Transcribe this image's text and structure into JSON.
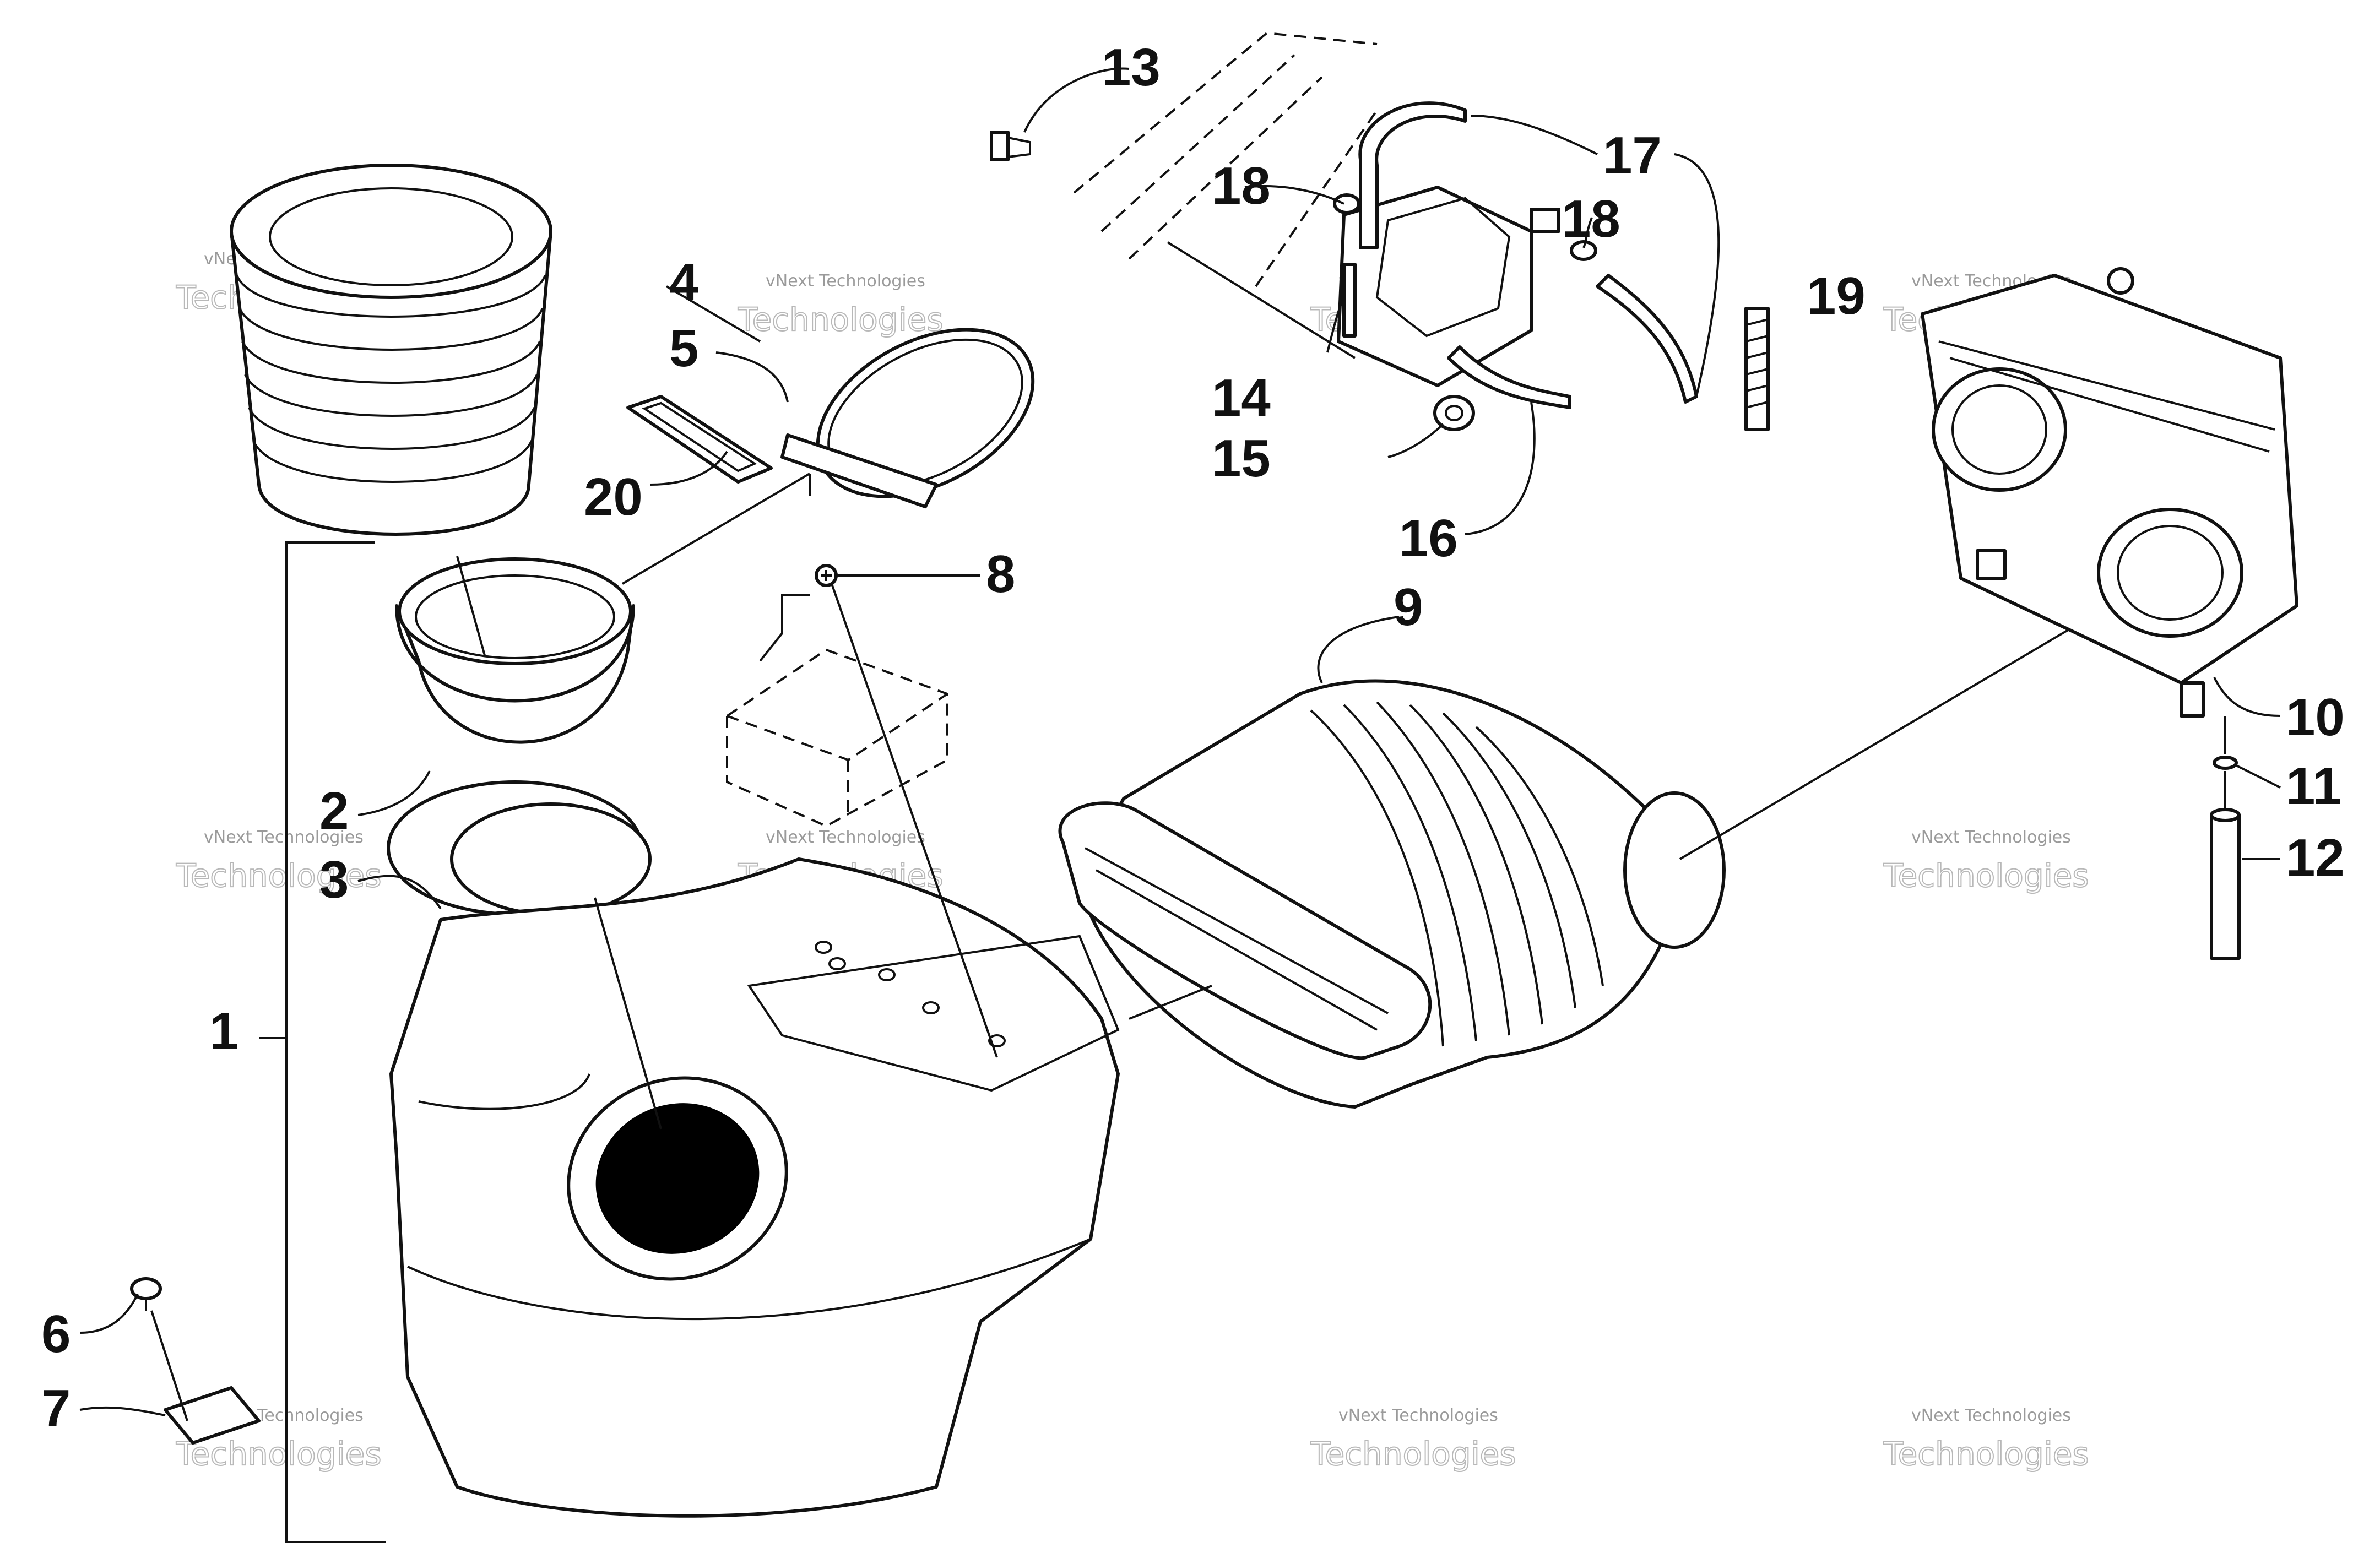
{
  "diagram": {
    "callouts": [
      {
        "id": "1",
        "label": "1"
      },
      {
        "id": "2",
        "label": "2"
      },
      {
        "id": "3",
        "label": "3"
      },
      {
        "id": "4",
        "label": "4"
      },
      {
        "id": "5",
        "label": "5"
      },
      {
        "id": "6",
        "label": "6"
      },
      {
        "id": "7",
        "label": "7"
      },
      {
        "id": "8",
        "label": "8"
      },
      {
        "id": "9",
        "label": "9"
      },
      {
        "id": "10",
        "label": "10"
      },
      {
        "id": "11",
        "label": "11"
      },
      {
        "id": "12",
        "label": "12"
      },
      {
        "id": "13",
        "label": "13"
      },
      {
        "id": "14",
        "label": "14"
      },
      {
        "id": "15",
        "label": "15"
      },
      {
        "id": "16",
        "label": "16"
      },
      {
        "id": "17",
        "label": "17"
      },
      {
        "id": "18a",
        "label": "18"
      },
      {
        "id": "18b",
        "label": "18"
      },
      {
        "id": "19",
        "label": "19"
      },
      {
        "id": "20",
        "label": "20"
      }
    ],
    "watermark": {
      "line1": "vNext Technologies",
      "line2": "Technologies"
    }
  }
}
